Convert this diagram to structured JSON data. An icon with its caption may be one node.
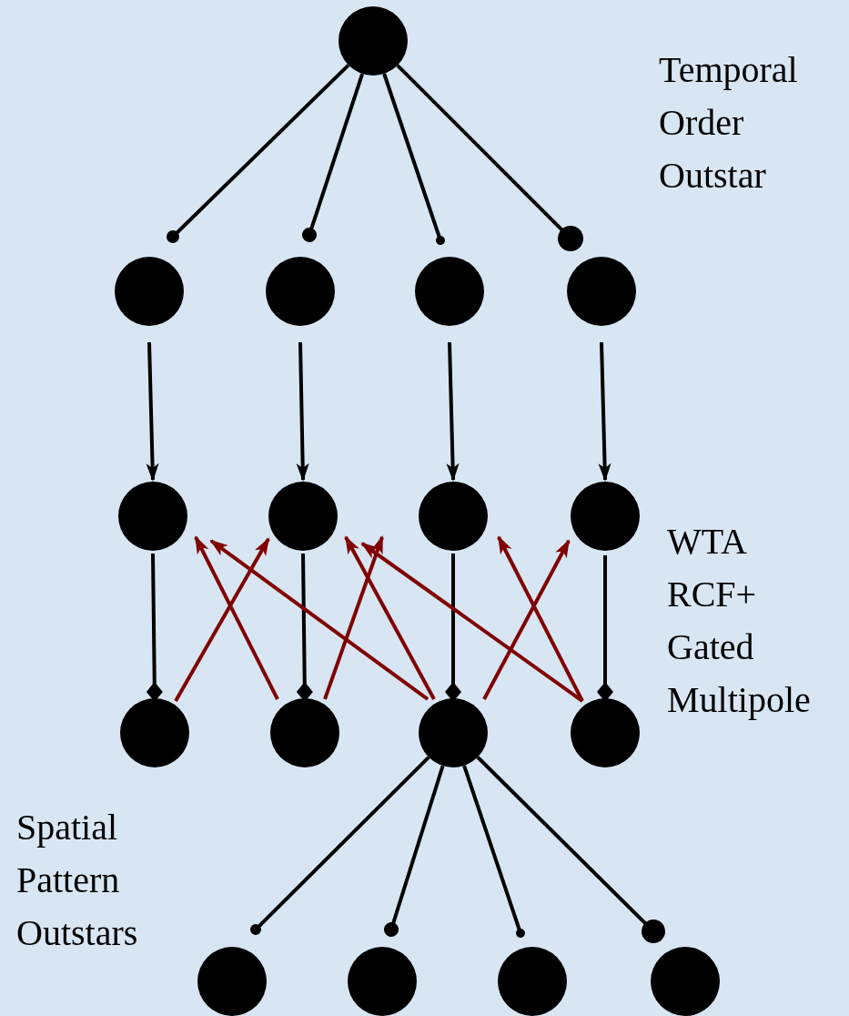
{
  "diagram": {
    "nodes": [
      {
        "text": [],
        "shape": "circle"
      },
      {
        "text": [],
        "shape": "circle"
      },
      {
        "text": [],
        "shape": "circle"
      },
      {
        "text": [],
        "shape": "circle"
      },
      {
        "text": [],
        "shape": "circle"
      },
      {
        "text": [],
        "shape": "circle"
      },
      {
        "text": [],
        "shape": "circle"
      },
      {
        "text": [],
        "shape": "circle"
      },
      {
        "text": [],
        "shape": "circle"
      },
      {
        "text": [],
        "shape": "circle"
      },
      {
        "text": [],
        "shape": "circle"
      },
      {
        "text": [],
        "shape": "circle"
      },
      {
        "text": [],
        "shape": "circle"
      },
      {
        "text": [],
        "shape": "circle"
      },
      {
        "text": [],
        "shape": "circle"
      },
      {
        "text": [],
        "shape": "circle"
      },
      {
        "text": [],
        "shape": "circle"
      }
    ],
    "edges": [
      {
        "from": 0,
        "to": 1,
        "arrow": "other"
      },
      {
        "from": 0,
        "to": 2,
        "arrow": "other"
      },
      {
        "from": 0,
        "to": 3,
        "arrow": "other"
      },
      {
        "from": 0,
        "to": 4,
        "arrow": "other"
      },
      {
        "from": 1,
        "to": 5,
        "arrow": "to"
      },
      {
        "from": 2,
        "to": 6,
        "arrow": "to"
      },
      {
        "from": 3,
        "to": 7,
        "arrow": "to"
      },
      {
        "from": 4,
        "to": 8,
        "arrow": "to"
      },
      {
        "from": 5,
        "to": 9,
        "arrow": "other"
      },
      {
        "from": 6,
        "to": 10,
        "arrow": "other"
      },
      {
        "from": 7,
        "to": 11,
        "arrow": "other"
      },
      {
        "from": 8,
        "to": 12,
        "arrow": "other"
      },
      {
        "from": 9,
        "to": 6,
        "arrow": "to",
        "color": "#800000"
      },
      {
        "from": 10,
        "to": 5,
        "arrow": "to",
        "color": "#800000"
      },
      {
        "from": 10,
        "to": 7,
        "arrow": "to",
        "color": "#800000"
      },
      {
        "from": 11,
        "to": 5,
        "arrow": "to",
        "color": "#800000"
      },
      {
        "from": 11,
        "to": 6,
        "arrow": "to",
        "color": "#800000"
      },
      {
        "from": 11,
        "to": 8,
        "arrow": "to",
        "color": "#800000"
      },
      {
        "from": 12,
        "to": 6,
        "arrow": "to",
        "color": "#800000"
      },
      {
        "from": 12,
        "to": 7,
        "arrow": "to",
        "color": "#800000"
      },
      {
        "from": 11,
        "to": 13,
        "arrow": "other"
      },
      {
        "from": 11,
        "to": 14,
        "arrow": "other"
      },
      {
        "from": 11,
        "to": 15,
        "arrow": "other"
      },
      {
        "from": 11,
        "to": 16,
        "arrow": "other"
      }
    ],
    "labels": [
      "Temporal Order Outstar",
      "WTA RCF+ Gated Multipole",
      "Spatial Pattern Outstars"
    ]
  }
}
